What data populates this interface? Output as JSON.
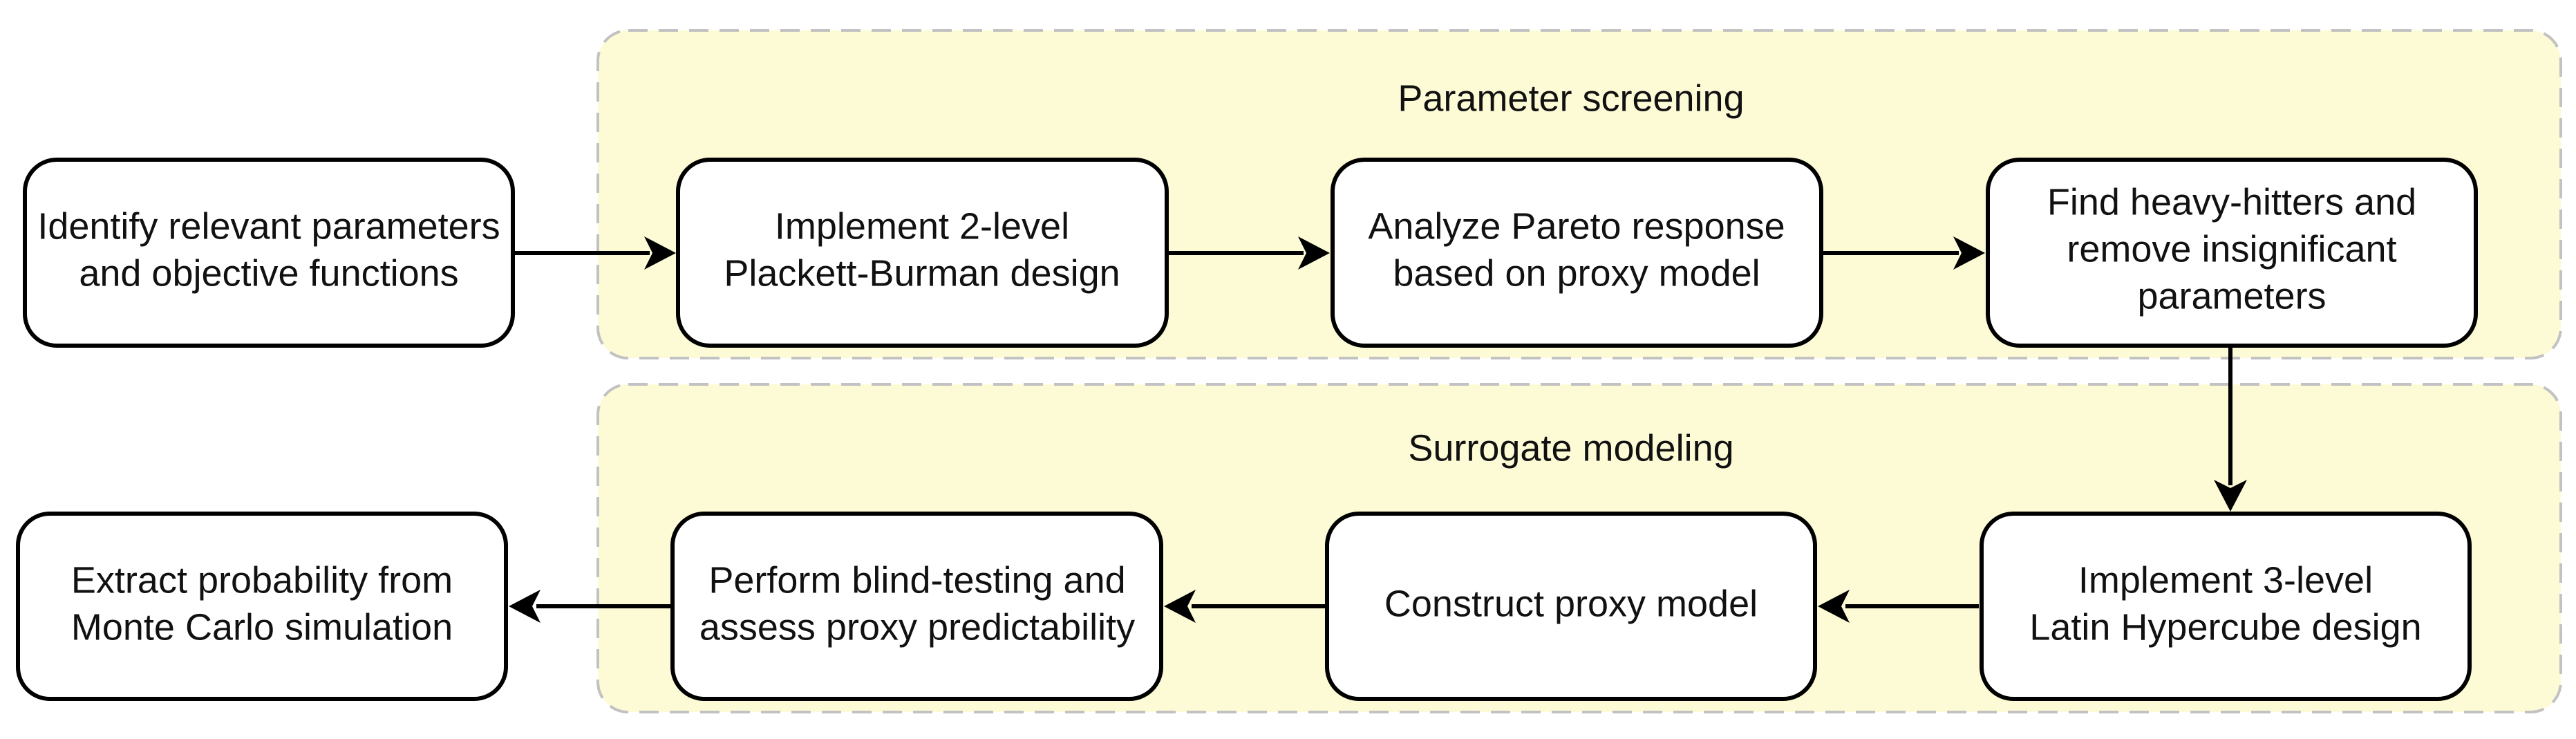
{
  "groups": {
    "screening": {
      "title": "Parameter screening"
    },
    "surrogate": {
      "title": "Surrogate modeling"
    }
  },
  "nodes": {
    "identify": {
      "lines": [
        "Identify relevant parameters",
        "and objective functions"
      ]
    },
    "plackett": {
      "lines": [
        "Implement 2-level",
        "Plackett-Burman design"
      ]
    },
    "pareto": {
      "lines": [
        "Analyze Pareto response",
        "based on proxy model"
      ]
    },
    "heavy": {
      "lines": [
        "Find heavy-hitters and",
        "remove insignificant",
        "parameters"
      ]
    },
    "latin": {
      "lines": [
        "Implement 3-level",
        "Latin Hypercube design"
      ]
    },
    "construct": {
      "lines": [
        "Construct proxy model"
      ]
    },
    "blind": {
      "lines": [
        "Perform blind-testing and",
        "assess proxy predictability"
      ]
    },
    "extract": {
      "lines": [
        "Extract probability from",
        "Monte Carlo simulation"
      ]
    }
  },
  "edges": [
    {
      "from": "identify",
      "to": "plackett"
    },
    {
      "from": "plackett",
      "to": "pareto"
    },
    {
      "from": "pareto",
      "to": "heavy"
    },
    {
      "from": "heavy",
      "to": "latin"
    },
    {
      "from": "latin",
      "to": "construct"
    },
    {
      "from": "construct",
      "to": "blind"
    },
    {
      "from": "blind",
      "to": "extract"
    }
  ],
  "colors": {
    "group_fill": "#fdfbd6",
    "group_border": "#c2c2c2",
    "node_border": "#000000"
  }
}
